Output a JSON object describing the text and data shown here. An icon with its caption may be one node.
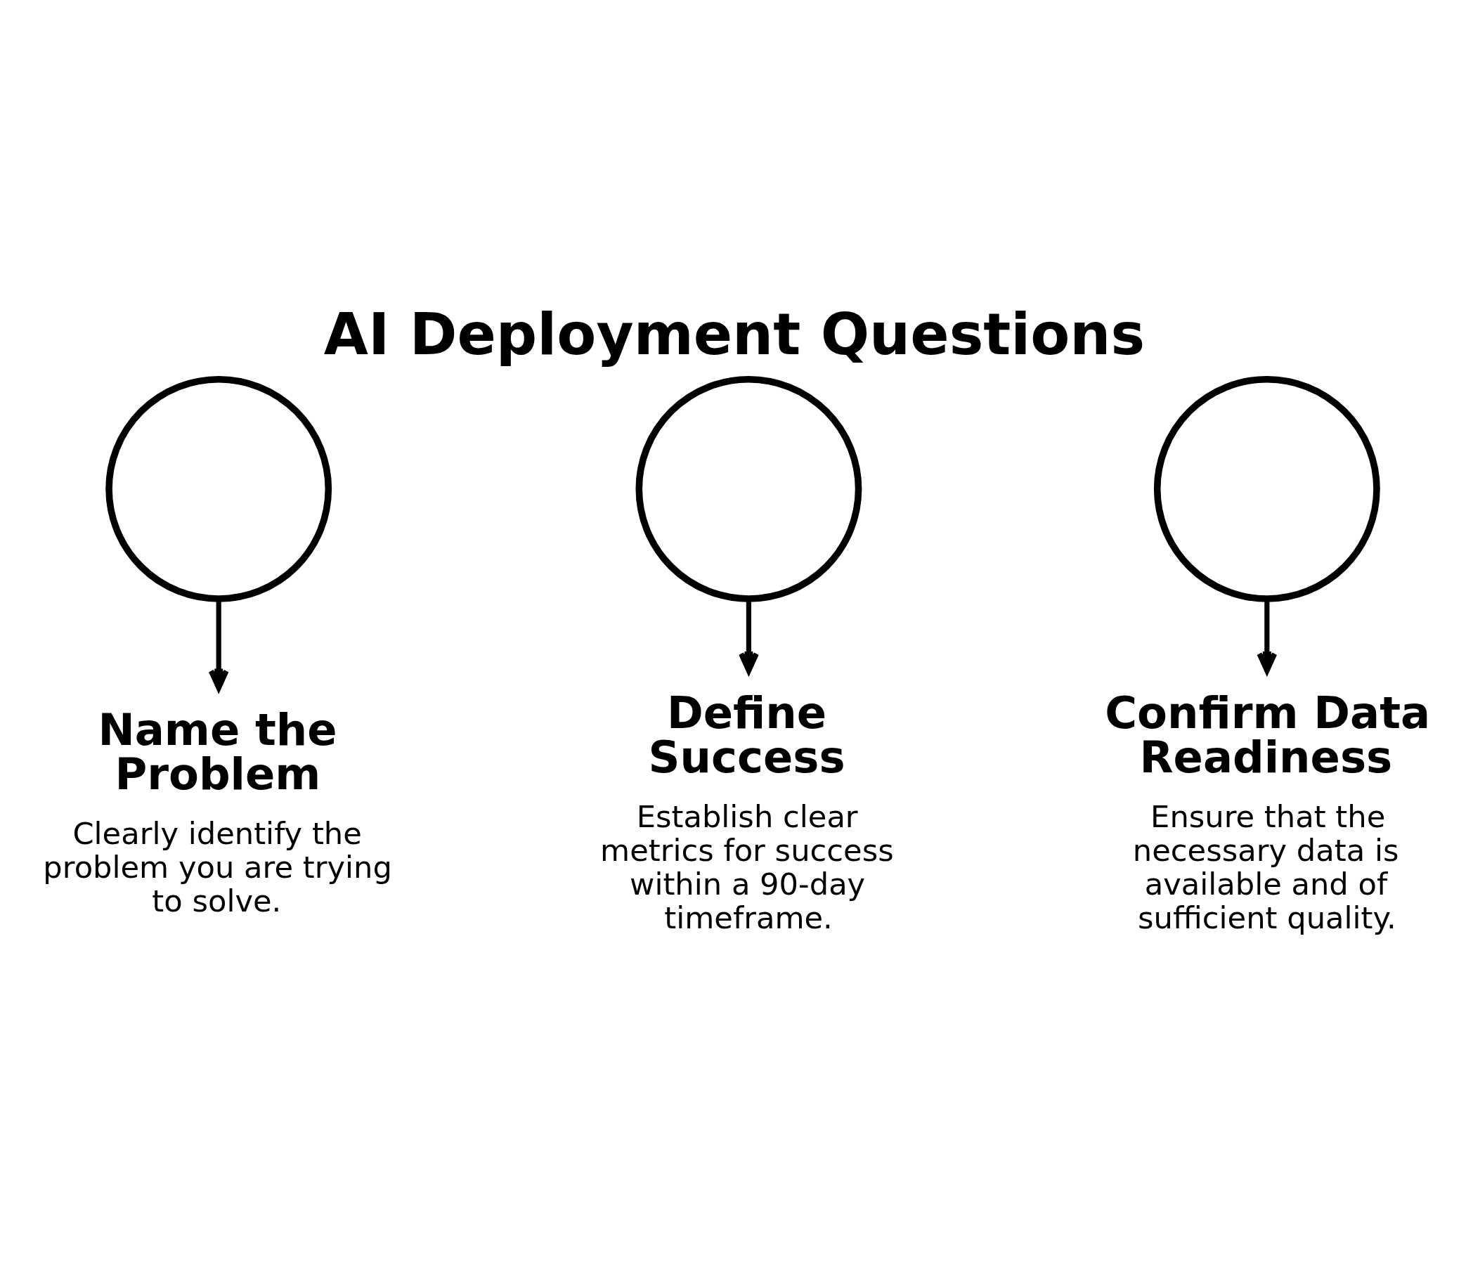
{
  "diagram": {
    "title": "AI Deployment Questions",
    "nodes": [
      {
        "text": [],
        "shape": "circle"
      },
      {
        "text": [],
        "shape": "circle"
      },
      {
        "text": [],
        "shape": "circle"
      },
      {
        "text": [
          "Name the Problem",
          "Clearly identify the problem you are trying to solve."
        ]
      },
      {
        "text": [
          "Define Success",
          "Establish clear metrics for success within a 90-day timeframe."
        ]
      },
      {
        "text": [
          "Confirm Data Readiness",
          "Ensure that the necessary data is available and of sufficient quality."
        ]
      }
    ],
    "edges": [
      {
        "from": 0,
        "to": 3,
        "arrow": "to"
      },
      {
        "from": 1,
        "to": 4,
        "arrow": "to"
      },
      {
        "from": 2,
        "to": 5,
        "arrow": "to"
      }
    ]
  }
}
